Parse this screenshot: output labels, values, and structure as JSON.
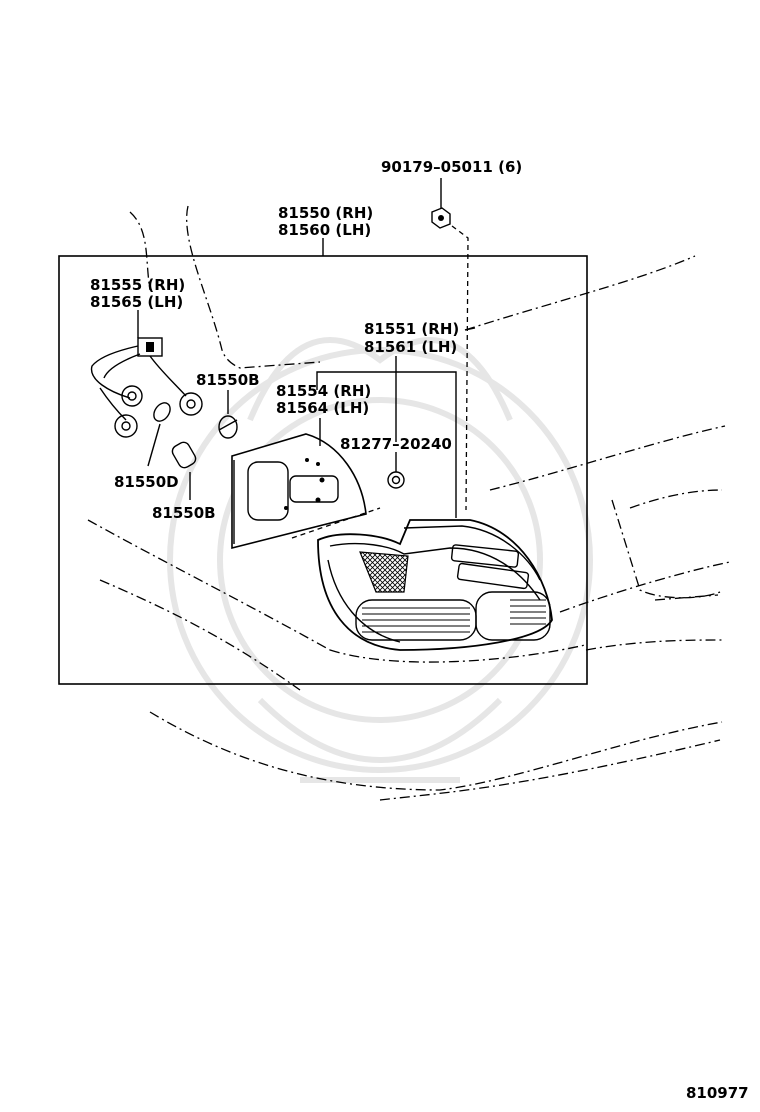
{
  "diagram": {
    "callouts": {
      "nut_90179": "90179–05011 (6)",
      "assy_rh": "81550 (RH)",
      "assy_lh": "81560 (LH)",
      "socket_rh": "81555 (RH)",
      "socket_lh": "81565 (LH)",
      "lens_rh": "81551 (RH)",
      "lens_lh": "81561 (LH)",
      "bulb_upper": "81550B",
      "gasket_rh": "81554 (RH)",
      "gasket_lh": "81564 (LH)",
      "grommet": "81277–20240",
      "bulb_d": "81550D",
      "bulb_lower": "81550B"
    },
    "figure_number": "810977"
  }
}
